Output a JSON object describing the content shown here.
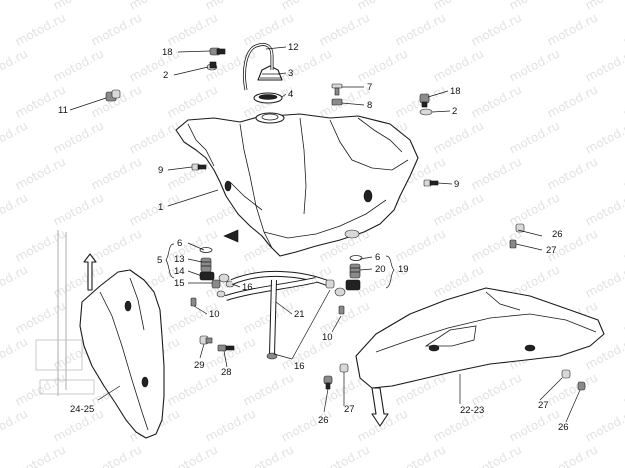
{
  "watermark": "motod.ru",
  "callouts": {
    "c18a": "18",
    "c2a": "2",
    "c12": "12",
    "c3": "3",
    "c4": "4",
    "c11": "11",
    "c7": "7",
    "c8": "8",
    "c18b": "18",
    "c2b": "2",
    "c9a": "9",
    "c9b": "9",
    "c1": "1",
    "c6a": "6",
    "c5": "5",
    "c13": "13",
    "c14": "14",
    "c15": "15",
    "c16a": "16",
    "c10a": "10",
    "c21": "21",
    "c16b": "16",
    "c6b": "6",
    "c20": "20",
    "c19": "19",
    "c10b": "10",
    "c26a": "26",
    "c27a": "27",
    "c29": "29",
    "c28": "28",
    "c2425": "24-25",
    "c26b": "26",
    "c27b": "27",
    "c2223": "22-23",
    "c27c": "27",
    "c26c": "26"
  }
}
